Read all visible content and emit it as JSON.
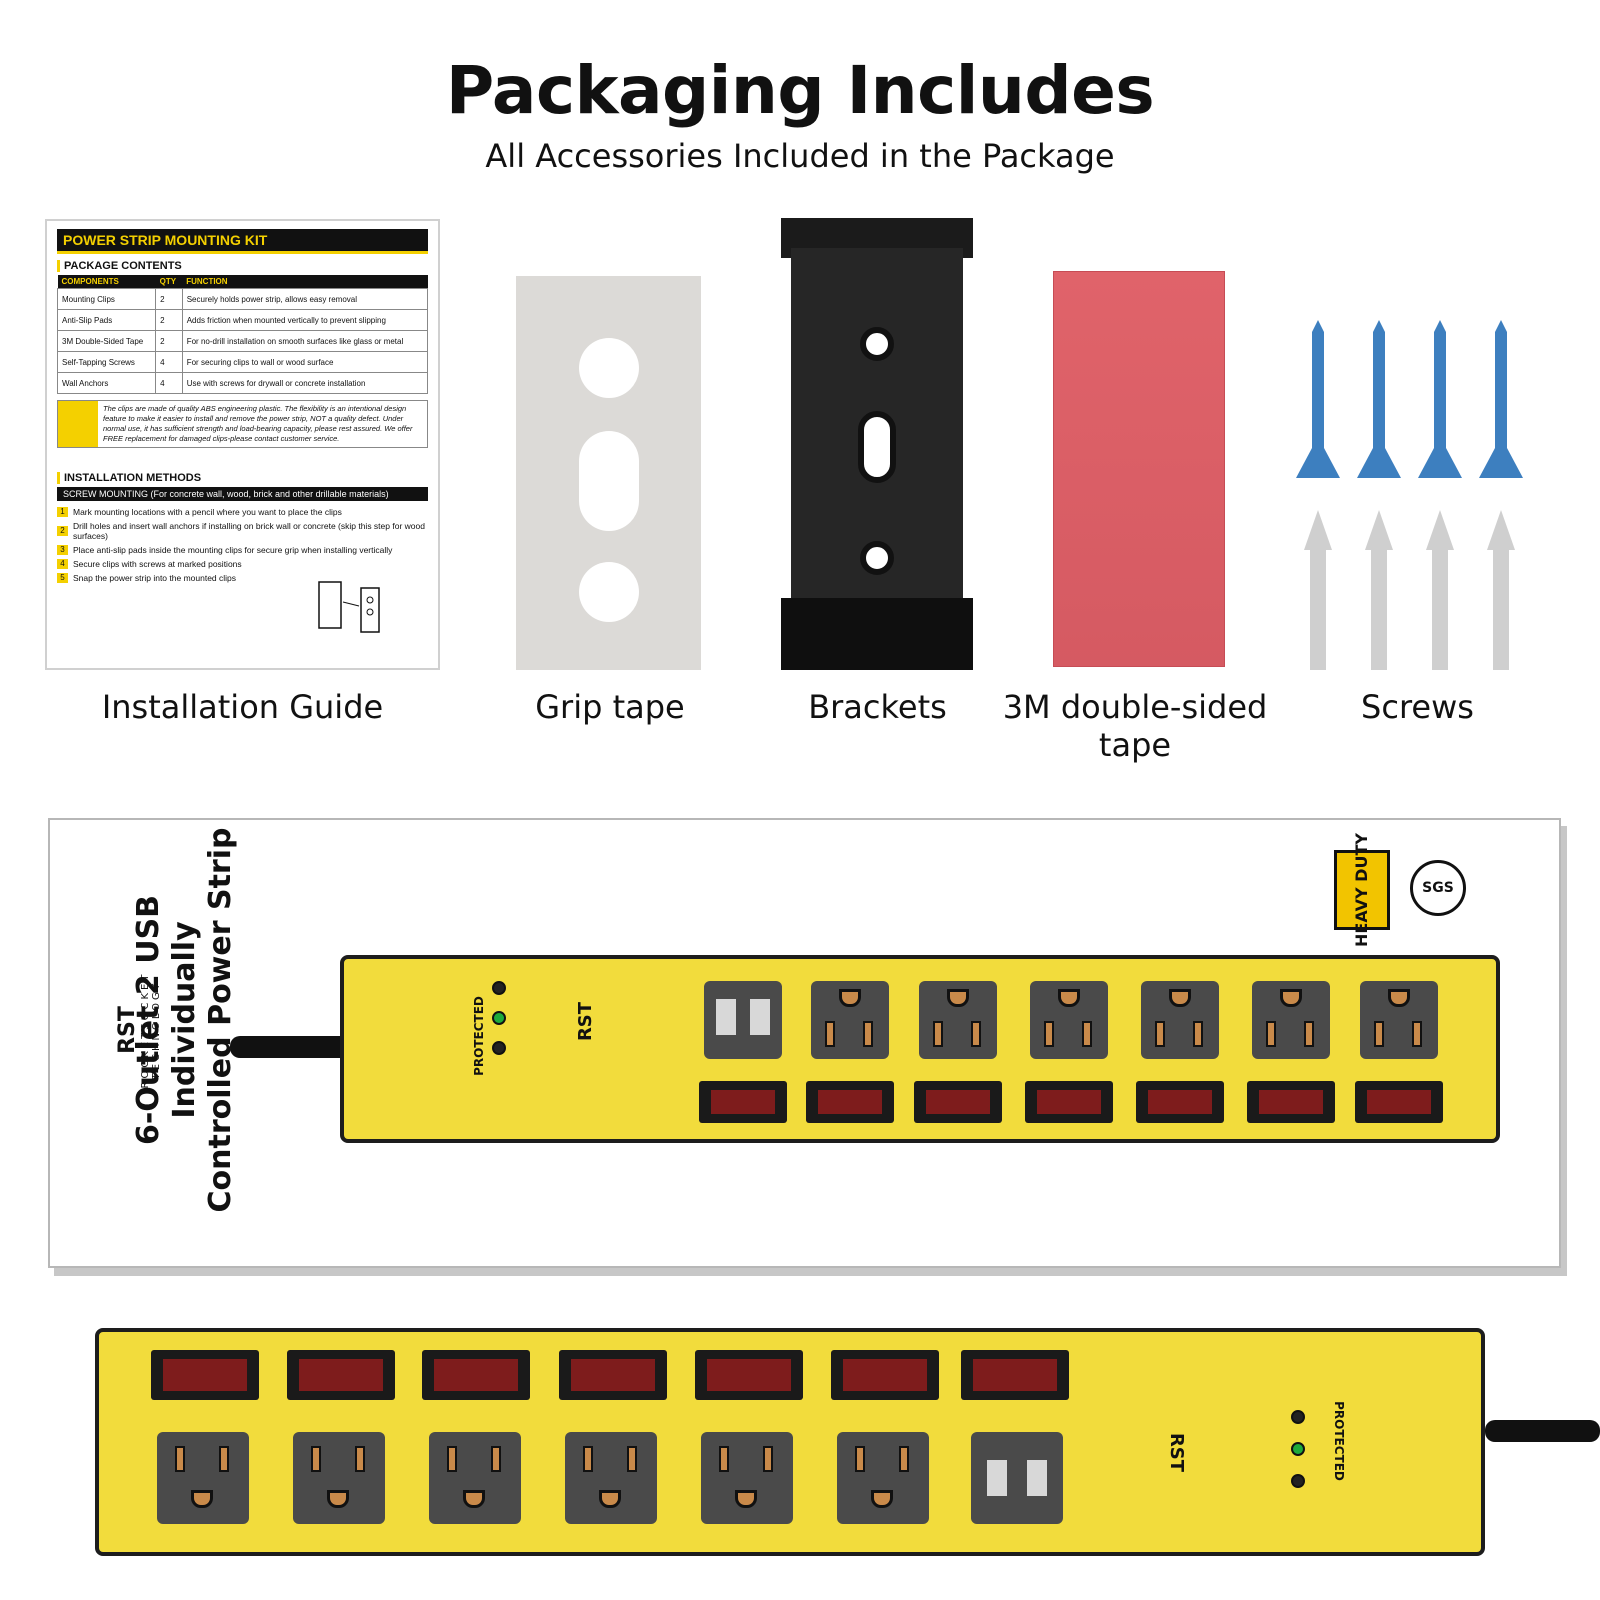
{
  "header": {
    "title": "Packaging Includes",
    "subtitle": "All Accessories Included in the Package"
  },
  "guide": {
    "title": "POWER STRIP MOUNTING KIT",
    "contents_heading": "PACKAGE CONTENTS",
    "columns": [
      "COMPONENTS",
      "QTY",
      "FUNCTION"
    ],
    "rows": [
      {
        "component": "Mounting Clips",
        "qty": "2",
        "function": "Securely holds power strip, allows easy removal"
      },
      {
        "component": "Anti-Slip Pads",
        "qty": "2",
        "function": "Adds friction when mounted vertically to prevent slipping"
      },
      {
        "component": "3M Double-Sided Tape",
        "qty": "2",
        "function": "For no-drill installation on smooth surfaces like glass or metal"
      },
      {
        "component": "Self-Tapping Screws",
        "qty": "4",
        "function": "For securing clips to wall or wood surface"
      },
      {
        "component": "Wall Anchors",
        "qty": "4",
        "function": "Use with screws for drywall or concrete installation"
      }
    ],
    "note": "The clips are made of quality ABS engineering plastic. The flexibility is an intentional design feature to make it easier to install and remove the power strip, NOT a quality defect. Under normal use, it has sufficient strength and load-bearing capacity, please rest assured. We offer FREE replacement for damaged clips-please contact customer service.",
    "install_heading": "INSTALLATION METHODS",
    "method_bar": "SCREW MOUNTING (For concrete wall, wood, brick and other drillable materials)",
    "steps": [
      "Mark mounting locations with a pencil where you want to place the clips",
      "Drill holes and insert wall anchors if installing on brick wall or concrete  (skip this step for wood surfaces)",
      "Place anti-slip pads inside the mounting clips for secure grip when installing vertically",
      "Secure clips with screws at marked positions",
      "Snap the power strip into the mounted clips"
    ],
    "step_numbers": [
      "1",
      "2",
      "3",
      "4",
      "5"
    ]
  },
  "captions": {
    "guide": "Installation Guide",
    "grip": "Grip tape",
    "brackets": "Brackets",
    "tape_line1": "3M double-sided",
    "tape_line2": "tape",
    "screws": "Screws"
  },
  "product": {
    "title_line1": "6-Outlet 2 USB Individually",
    "title_line2": "Controlled Power Strip",
    "brand": "RST",
    "brand_name": "ROCKETSOCKET",
    "brand_sub": "TECHNOLOGY",
    "badge_heavy": "HEAVY DUTY",
    "badge_sgs": "SGS",
    "protected_label": "PROTECTED"
  },
  "colors": {
    "strip_yellow": "#f2dc3c",
    "switch_red": "#7e1c1c",
    "tape_red": "#e0636a",
    "grip_gray": "#dcdad7",
    "screw_blue": "#3d7fbf",
    "anchor_gray": "#cfcfcf"
  }
}
